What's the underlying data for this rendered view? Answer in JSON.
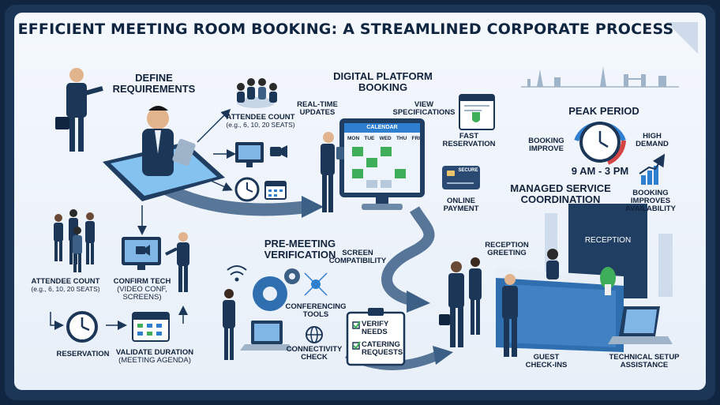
{
  "title": "EFFICIENT MEETING ROOM BOOKING: A STREAMLINED CORPORATE PROCESS",
  "define": {
    "heading_1": "DEFINE",
    "heading_2": "REQUIREMENTS",
    "attendee_top_1": "ATTENDEE COUNT",
    "attendee_top_2": "(e.g., 6, 10, 20 SEATS)",
    "attendee_left_1": "ATTENDEE COUNT",
    "attendee_left_2": "(e.g., 6, 10, 20 SEATS)",
    "confirm_1": "CONFIRM TECH",
    "confirm_2": "(VIDEO CONF,",
    "confirm_3": "SCREENS)",
    "reservation": "RESERVATION",
    "validate_1": "VALIDATE DURATION",
    "validate_2": "(MEETING AGENDA)"
  },
  "digital": {
    "heading_1": "DIGITAL PLATFORM",
    "heading_2": "BOOKING",
    "realtime_1": "REAL-TIME",
    "realtime_2": "UPDATES",
    "view_1": "VIEW",
    "view_2": "SPECIFICATIONS",
    "fast_1": "FAST",
    "fast_2": "RESERVATION",
    "online_1": "ONLINE",
    "online_2": "PAYMENT",
    "calendar_header": "CALENDAR",
    "days": [
      "MON",
      "TUE",
      "WED",
      "THU",
      "FRI"
    ],
    "card_label": "SECURE"
  },
  "peak": {
    "heading": "PEAK PERIOD",
    "booking_1": "BOOKING",
    "booking_2": "IMPROVE",
    "high_1": "HIGH",
    "high_2": "DEMAND",
    "time": "9 AM - 3 PM",
    "improves_1": "BOOKING",
    "improves_2": "IMPROVES",
    "improves_3": "AVAILABILITY"
  },
  "managed": {
    "heading_1": "MANAGED SERVICE",
    "heading_2": "COORDINATION",
    "reception_1": "RECEPTION",
    "reception_2": "GREETING",
    "sign": "RECEPTION",
    "guest_1": "GUEST",
    "guest_2": "CHECK-INS",
    "tech_1": "TECHNICAL SETUP",
    "tech_2": "ASSISTANCE"
  },
  "verify": {
    "heading_1": "PRE-MEETING",
    "heading_2": "VERIFICATION",
    "screen_1": "SCREEN",
    "screen_2": "COMPATIBILITY",
    "conf_1": "CONFERENCING",
    "conf_2": "TOOLS",
    "conn_1": "CONNECTIVITY",
    "conn_2": "CHECK",
    "check_1": "VERIFY",
    "check_2": "NEEDS",
    "check_3": "CATERING",
    "check_4": "REQUESTS"
  },
  "colors": {
    "navy": "#1b3656",
    "ink": "#12233b",
    "accent_blue": "#2f7fd0",
    "green": "#3fae5a"
  }
}
